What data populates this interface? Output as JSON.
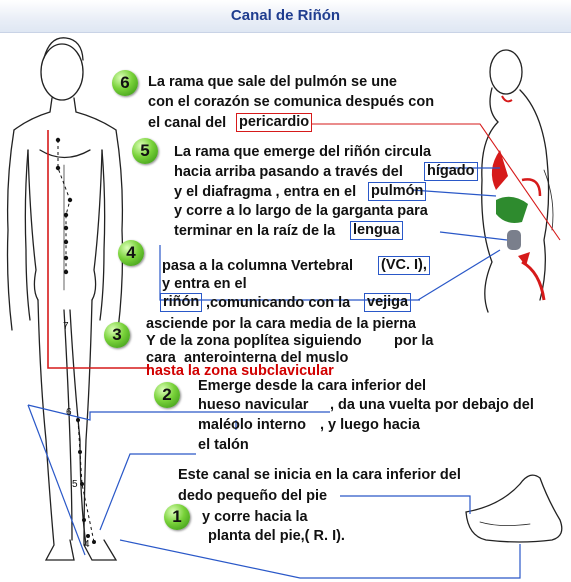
{
  "title": "Canal de Riñón",
  "steps": [
    {
      "num": "6",
      "lines": [
        "La rama que sale del pulmón se une",
        "con el corazón se comunica después con",
        "el canal del",
        "pericardio"
      ]
    },
    {
      "num": "5",
      "lines": [
        "La rama que emerge del riñón circula",
        "hacia arriba pasando a través del",
        "hígado",
        "y el diafragma , entra en el",
        "pulmón",
        "y corre a lo largo de la garganta para",
        "terminar en la raíz de la",
        "lengua"
      ]
    },
    {
      "num": "4",
      "lines": [
        "pasa a la columna Vertebral",
        "(VC. I),",
        "y entra en el",
        "riñón",
        ",comunicando con la",
        "vejiga"
      ]
    },
    {
      "num": "3",
      "lines": [
        "asciende por la cara media de la pierna",
        "Y de la zona poplítea siguiendo",
        "por la",
        "cara",
        "anterointerna del muslo",
        "hasta la zona subclavicular"
      ]
    },
    {
      "num": "2",
      "lines": [
        "Emerge desde la cara inferior del",
        "hueso navicular",
        ", da una vuelta por debajo del",
        "maléolo interno",
        ", y luego hacia",
        "el talón"
      ]
    },
    {
      "num": "1",
      "lines": [
        "Este canal se inicia en la cara inferior del",
        "dedo pequeño del pie",
        "y corre hacia la",
        "planta del pie,( R. I)."
      ]
    }
  ],
  "figure_labels": [
    "7",
    "6",
    "5",
    "4"
  ],
  "colors": {
    "title": "#1f3d8f",
    "box": "#2a58c8",
    "channel_line": "#d61a1a",
    "badge": "#5cbf26",
    "organ": "#2e8b2e"
  }
}
